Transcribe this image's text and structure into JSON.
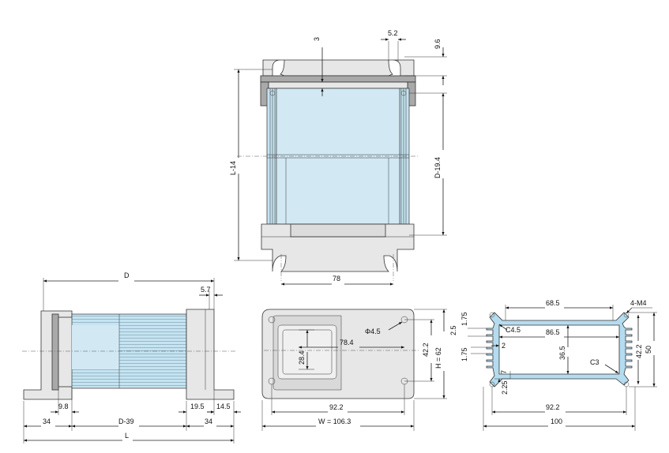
{
  "dimensions": {
    "top": {
      "slot_width": "5.2",
      "slot_depth": "9.6",
      "lip": "3",
      "length": "L-14",
      "depth": "D-19.4",
      "hole_pitch": "78"
    },
    "side": {
      "overall_depth": "D",
      "flange_thickness": "5.7",
      "cap_inner": "9.8",
      "cap_right": "19.5",
      "foot_right": "14.5",
      "foot_left": "34",
      "body_length": "D-39",
      "foot_right_total": "34",
      "overall_length": "L"
    },
    "front": {
      "hole_diameter": "Φ4.5",
      "inner_width": "78.4",
      "inner_height": "28.4",
      "hole_v_pitch": "42.2",
      "height": "H = 62",
      "hole_h_pitch": "92.2",
      "width": "W = 106.3"
    },
    "profile": {
      "top_flat": "68.5",
      "thread": "4-M4",
      "chamfer_top": "C4.5",
      "inner_width": "86.5",
      "fin_pitch_a": "2.5",
      "fin_pitch_b": "1.75",
      "fin_pitch_c": "1.75",
      "wall": "2",
      "inner_height": "36.5",
      "groove_height": "42.2",
      "outer_height": "50",
      "slot": "7",
      "chamfer_bottom": "C3",
      "base_offset": "2.25",
      "hole_pitch": "92.2",
      "outer_width": "100"
    }
  }
}
